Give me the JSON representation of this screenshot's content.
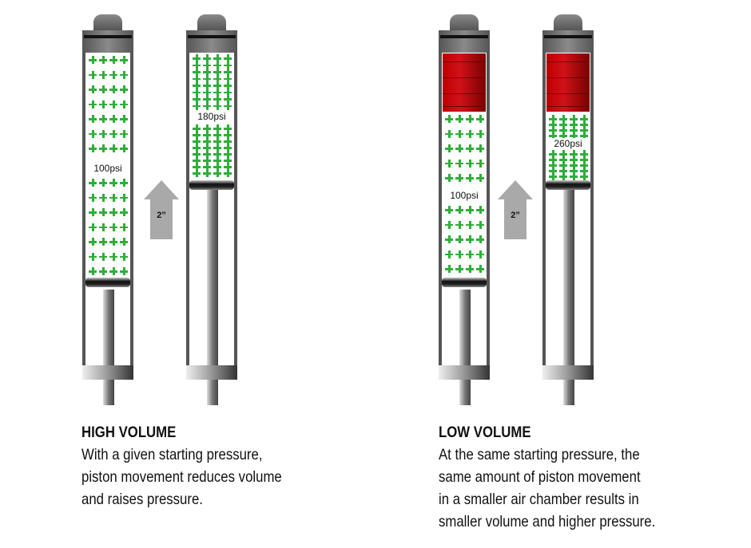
{
  "diagrams": [
    {
      "title": "HIGH VOLUME",
      "lines": [
        "With a given starting pressure,",
        "piston movement reduces volume",
        "and raises pressure."
      ],
      "before_pressure": "100psi",
      "after_pressure": "180psi",
      "travel": "2”"
    },
    {
      "title": "LOW VOLUME",
      "lines": [
        "At the same starting pressure, the",
        "same amount of piston movement",
        "in a smaller air chamber results in",
        "smaller volume and higher pressure."
      ],
      "before_pressure": "100psi",
      "after_pressure": "260psi",
      "travel": "2”"
    }
  ],
  "colors": {
    "air": "#2fae3a",
    "volume_spacer": "#d0121a",
    "arrow": "#a9a9a9"
  }
}
